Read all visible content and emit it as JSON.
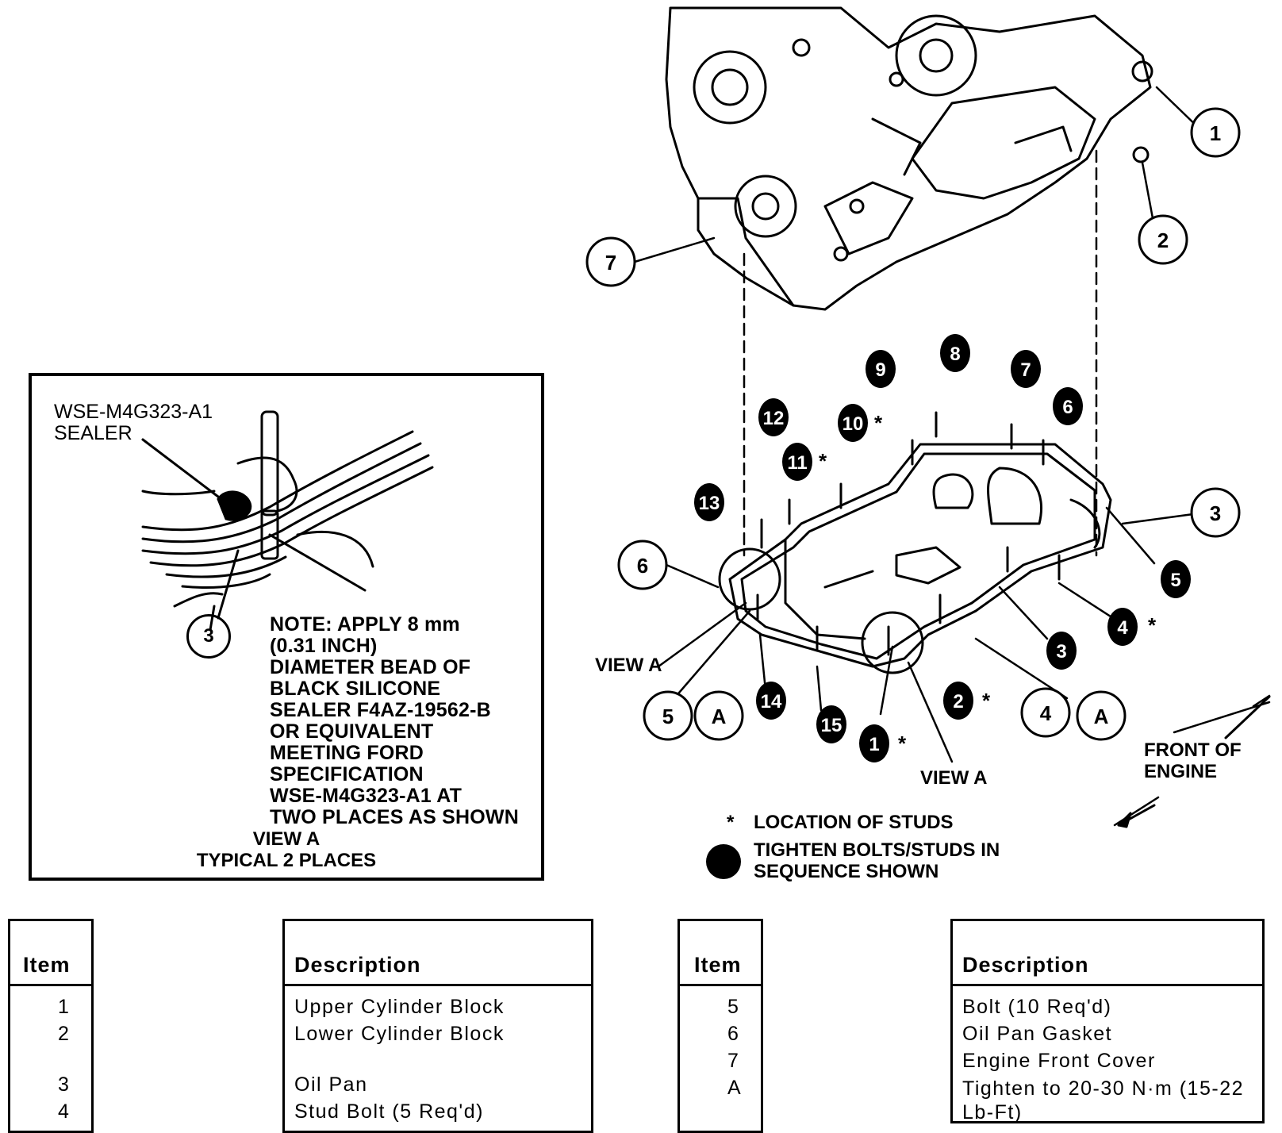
{
  "callouts": {
    "c1": "1",
    "c2": "2",
    "c3": "3",
    "c7": "7",
    "c6": "6",
    "c5": "5",
    "cA1": "A",
    "c4": "4",
    "cA2": "A",
    "c3b": "3"
  },
  "sequence": [
    "1",
    "2",
    "3",
    "4",
    "5",
    "6",
    "7",
    "8",
    "9",
    "10",
    "11",
    "12",
    "13",
    "14",
    "15"
  ],
  "labels": {
    "view_a_left": "VIEW A",
    "view_a_bottom": "VIEW A",
    "front_of_engine": "FRONT OF\nENGINE",
    "legend_studs_symbol": "*",
    "legend_studs": "LOCATION OF STUDS",
    "legend_sequence": "TIGHTEN BOLTS/STUDS IN\nSEQUENCE SHOWN"
  },
  "detail": {
    "sealer_label": "WSE-M4G323-A1\nSEALER",
    "callout": "3",
    "note": "NOTE: APPLY 8 mm\n(0.31 INCH)\nDIAMETER BEAD OF\nBLACK SILICONE\nSEALER F4AZ-19562-B\nOR EQUIVALENT\nMEETING FORD\nSPECIFICATION\nWSE-M4G323-A1 AT\nTWO PLACES AS SHOWN",
    "caption": "VIEW A\nTYPICAL 2 PLACES"
  },
  "tables": {
    "left": {
      "item_header": "Item",
      "desc_header": "Description",
      "rows": [
        {
          "item": "1",
          "desc": "Upper Cylinder Block"
        },
        {
          "item": "2",
          "desc": "Lower Cylinder Block"
        },
        {
          "item": "3",
          "desc": "Oil Pan"
        },
        {
          "item": "4",
          "desc": "Stud Bolt (5 Req'd)"
        }
      ]
    },
    "right": {
      "item_header": "Item",
      "desc_header": "Description",
      "rows": [
        {
          "item": "5",
          "desc": "Bolt (10 Req'd)"
        },
        {
          "item": "6",
          "desc": "Oil Pan Gasket"
        },
        {
          "item": "7",
          "desc": "Engine Front Cover"
        },
        {
          "item": "A",
          "desc": "Tighten to 20-30 N·m (15-22\nLb-Ft)"
        }
      ]
    }
  }
}
